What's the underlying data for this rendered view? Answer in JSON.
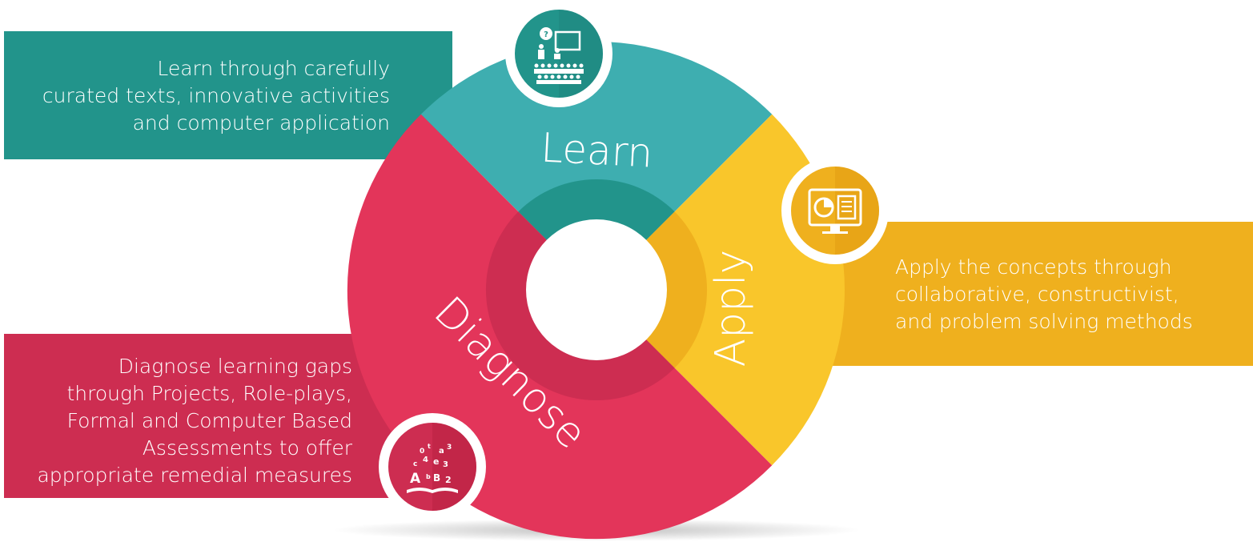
{
  "colors": {
    "learn": "#3eaeb0",
    "learn_dark": "#22948b",
    "apply": "#f9c62b",
    "apply_dark": "#efb01e",
    "diagnose": "#e3355a",
    "diagnose_dark": "#cd2d51"
  },
  "learn": {
    "label": "Learn",
    "icon": "classroom-teacher-icon",
    "lines": [
      "Learn through carefully",
      "curated texts, innovative activities",
      "and computer application"
    ]
  },
  "apply": {
    "label": "Apply",
    "icon": "computer-monitor-chart-icon",
    "lines": [
      "Apply the concepts through",
      "collaborative, constructivist,",
      "and problem solving methods"
    ]
  },
  "diagnose": {
    "label": "Diagnose",
    "icon": "open-book-letters-icon",
    "lines": [
      "Diagnose learning gaps",
      "through Projects, Role-plays,",
      "Formal and Computer Based",
      "Assessments to offer",
      "appropriate remedial measures"
    ]
  }
}
